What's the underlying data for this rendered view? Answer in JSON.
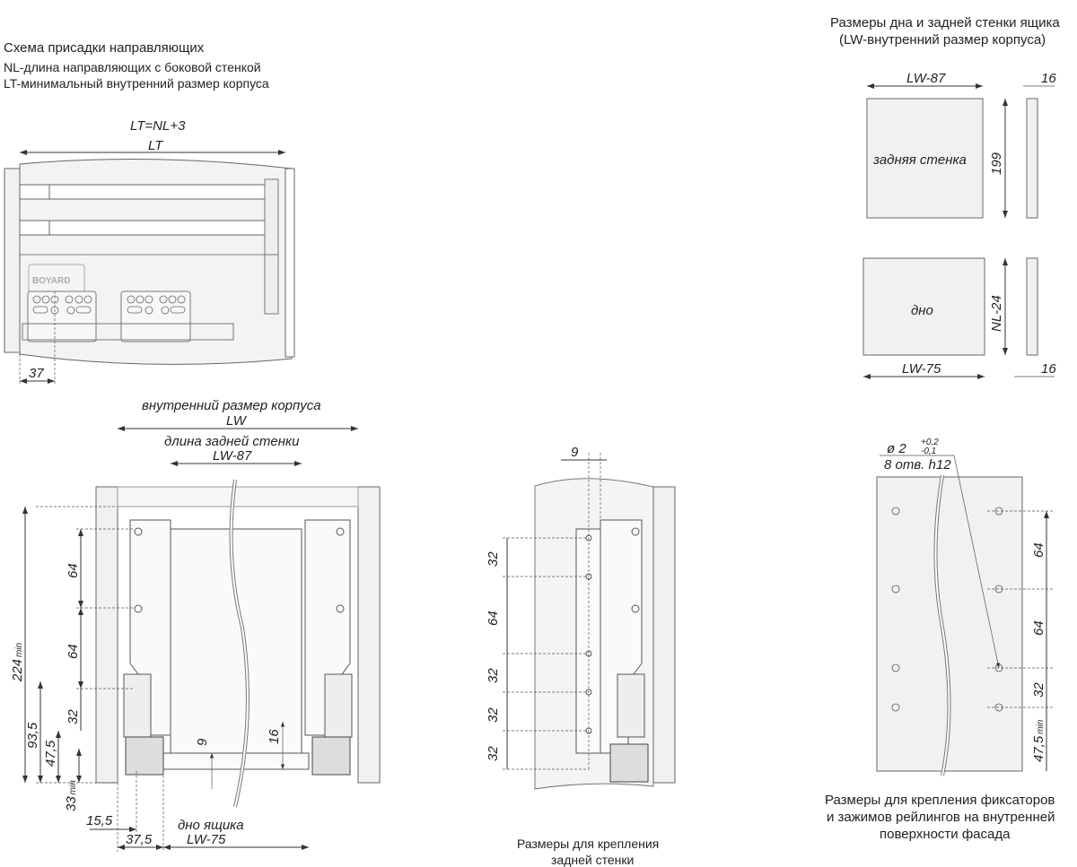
{
  "side_view": {
    "title": "Схема присадки направляющих",
    "nl_definition": "NL-длина направляющих с боковой стенкой",
    "lt_definition": "LT-минимальный внутренний размер корпуса",
    "formula": "LT=NL+3",
    "lt_label": "LT",
    "offset_37": "37",
    "logo_text": "BOYARD"
  },
  "panels": {
    "title_line1": "Размеры дна и задней стенки ящика",
    "title_line2": "(LW-внутренний размер корпуса)",
    "back_width": "LW-87",
    "back_thickness": "16",
    "back_label": "задняя стенка",
    "back_height": "199",
    "bottom_label": "дно",
    "bottom_depth": "NL-24",
    "bottom_width": "LW-75",
    "bottom_thickness": "16"
  },
  "front_view": {
    "inner_size_label": "внутренний размер корпуса",
    "lw": "LW",
    "back_length_label": "длина задней стенки",
    "back_length": "LW-87",
    "d64a": "64",
    "d64b": "64",
    "d32": "32",
    "d224": "224",
    "d224_suffix": "min",
    "d93_5": "93,5",
    "d47_5": "47,5",
    "d33": "33",
    "d33_suffix": "min",
    "d9": "9",
    "d16": "16",
    "d15_5": "15,5",
    "d37_5": "37,5",
    "bottom_label": "дно ящика",
    "bottom_width": "LW-75"
  },
  "back_mount": {
    "d9": "9",
    "d32a": "32",
    "d64": "64",
    "d32b": "32",
    "d32c": "32",
    "d32d": "32",
    "caption_line1": "Размеры для крепления",
    "caption_line2": "задней стенки"
  },
  "facade": {
    "hole_diameter": "ø 2",
    "tol_plus": "+0,2",
    "tol_minus": "-0,1",
    "hole_count": "8 отв. h12",
    "d64a": "64",
    "d64b": "64",
    "d32": "32",
    "d47_5": "47,5",
    "d47_5_suffix": "min",
    "caption_line1": "Размеры для крепления фиксаторов",
    "caption_line2": "и зажимов рейлингов на внутренней",
    "caption_line3": "поверхности фасада"
  }
}
